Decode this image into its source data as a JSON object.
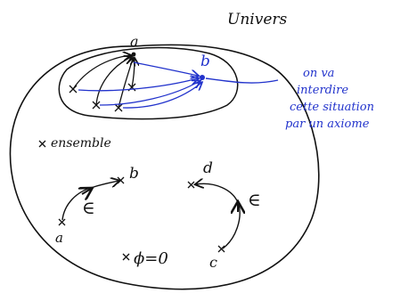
{
  "labels": {
    "univers": "Univers",
    "a_top": "a",
    "b_blue": "b",
    "ensemble": "ensemble",
    "note_line1": "on va",
    "note_line2": "interdire",
    "note_line3": "cette situation",
    "note_line4": "par un axiome",
    "b_lower": "b",
    "a_lower": "a",
    "epsilon_left": "∈",
    "d_right": "d",
    "epsilon_right": "∈",
    "c_right": "c",
    "empty_set": "ϕ=0"
  },
  "colors": {
    "ink": "#111111",
    "blue": "#2233cc"
  }
}
